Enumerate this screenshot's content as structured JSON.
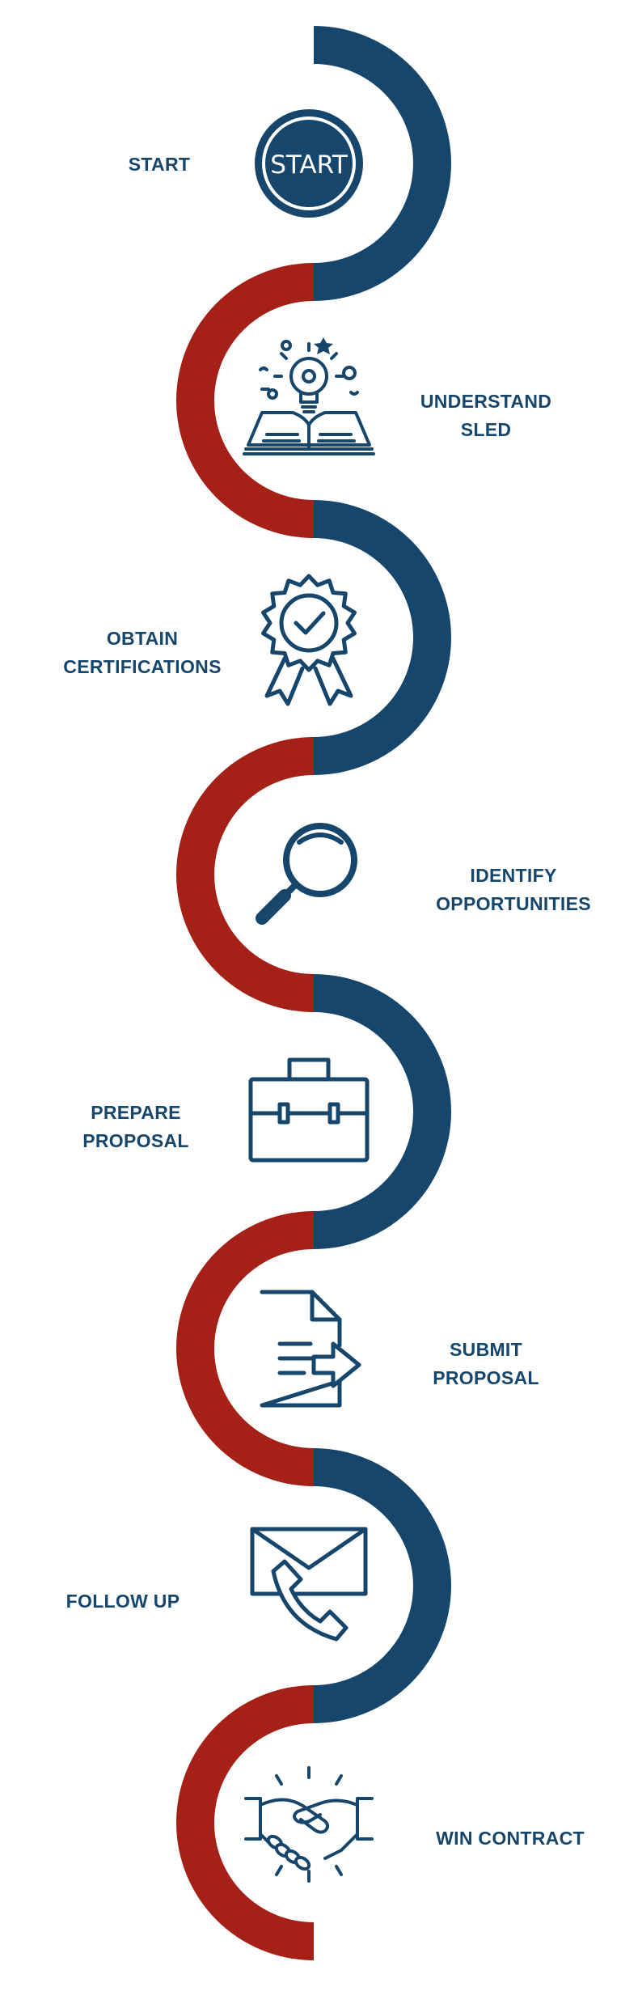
{
  "colors": {
    "blue": "#16466c",
    "red": "#a52017",
    "icon": "#16466c",
    "background": "#ffffff"
  },
  "start_badge_text": "START",
  "steps": [
    {
      "label": "START",
      "icon": "start-badge-icon",
      "side": "left"
    },
    {
      "label": "UNDERSTAND\nSLED",
      "icon": "book-lightbulb-icon",
      "side": "right"
    },
    {
      "label": "OBTAIN\nCERTIFICATIONS",
      "icon": "certification-badge-icon",
      "side": "left"
    },
    {
      "label": "IDENTIFY\nOPPORTUNITIES",
      "icon": "magnifying-glass-icon",
      "side": "right"
    },
    {
      "label": "PREPARE\nPROPOSAL",
      "icon": "briefcase-icon",
      "side": "left"
    },
    {
      "label": "SUBMIT\nPROPOSAL",
      "icon": "document-send-icon",
      "side": "right"
    },
    {
      "label": "FOLLOW UP",
      "icon": "envelope-phone-icon",
      "side": "left"
    },
    {
      "label": "WIN CONTRACT",
      "icon": "handshake-icon",
      "side": "right"
    }
  ]
}
